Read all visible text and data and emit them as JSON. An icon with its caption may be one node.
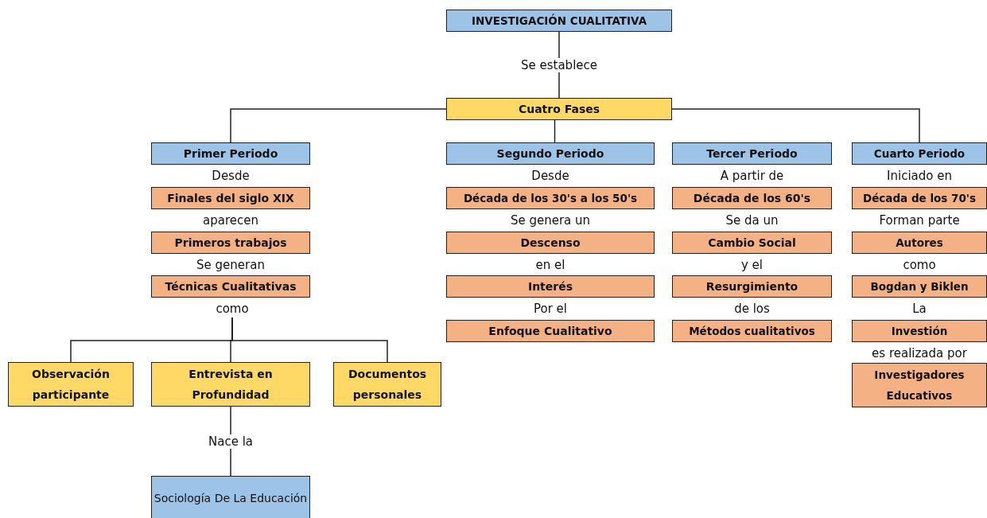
{
  "diagram": {
    "nodes": [
      {
        "text": [
          "INVESTIGACIÓN CUALITATIVA"
        ]
      },
      {
        "text": [
          "Cuatro Fases"
        ]
      },
      {
        "text": [
          "Primer Periodo"
        ],
        "beside": [
          "Desde"
        ]
      },
      {
        "text": [
          "Finales del siglo XIX"
        ],
        "beside": [
          "aparecen"
        ]
      },
      {
        "text": [
          "Primeros trabajos"
        ],
        "beside": [
          "Se generan"
        ]
      },
      {
        "text": [
          "Técnicas Cualitativas"
        ]
      },
      {
        "text": [
          "como"
        ]
      },
      {
        "text": [
          "Segundo Periodo"
        ],
        "beside": [
          "Desde"
        ]
      },
      {
        "text": [
          "Década de los 30's a los 50's"
        ],
        "beside": [
          "Se genera un"
        ]
      },
      {
        "text": [
          "Descenso"
        ],
        "beside": [
          "en el"
        ]
      },
      {
        "text": [
          "Interés"
        ],
        "beside": [
          "Por el"
        ]
      },
      {
        "text": [
          "Enfoque Cualitativo"
        ]
      },
      {
        "text": [
          "Tercer Periodo"
        ],
        "beside": [
          "A partir de"
        ]
      },
      {
        "text": [
          "Década de los 60's"
        ],
        "beside": [
          "Se da un"
        ]
      },
      {
        "text": [
          "Cambio Social"
        ],
        "beside": [
          "y el"
        ]
      },
      {
        "text": [
          "Resurgimiento"
        ],
        "beside": [
          "de los"
        ]
      },
      {
        "text": [
          "Métodos cualitativos"
        ]
      },
      {
        "text": [
          "Cuarto Periodo"
        ],
        "beside": [
          "Iniciado en"
        ]
      },
      {
        "text": [
          "Década de los 70's"
        ],
        "beside": [
          "Forman parte"
        ]
      },
      {
        "text": [
          "Autores"
        ],
        "beside": [
          "como"
        ]
      },
      {
        "text": [
          "Bogdan y Biklen"
        ],
        "beside": [
          "La"
        ]
      },
      {
        "text": [
          "Investión"
        ],
        "beside": [
          "es realizada por"
        ]
      },
      {
        "text": [
          "Investigadores Educativos"
        ]
      },
      {
        "text": [
          "Observación participante"
        ]
      },
      {
        "text": [
          "Entrevista en Profundidad"
        ]
      },
      {
        "text": [
          "Documentos personales"
        ]
      },
      {
        "text": [
          "Sociología De La Educación"
        ]
      }
    ],
    "edges": [
      {
        "from": 0,
        "to": 1,
        "arrow": "none",
        "label": "Se establece"
      },
      {
        "from": 1,
        "to": 2,
        "arrow": "none"
      },
      {
        "from": 1,
        "to": 7,
        "arrow": "none"
      },
      {
        "from": 1,
        "to": 17,
        "arrow": "none"
      },
      {
        "from": 6,
        "to": 23,
        "arrow": "none"
      },
      {
        "from": 6,
        "to": 24,
        "arrow": "none"
      },
      {
        "from": 6,
        "to": 25,
        "arrow": "none"
      },
      {
        "from": 24,
        "to": 26,
        "arrow": "none",
        "label": "Nace la"
      }
    ]
  }
}
